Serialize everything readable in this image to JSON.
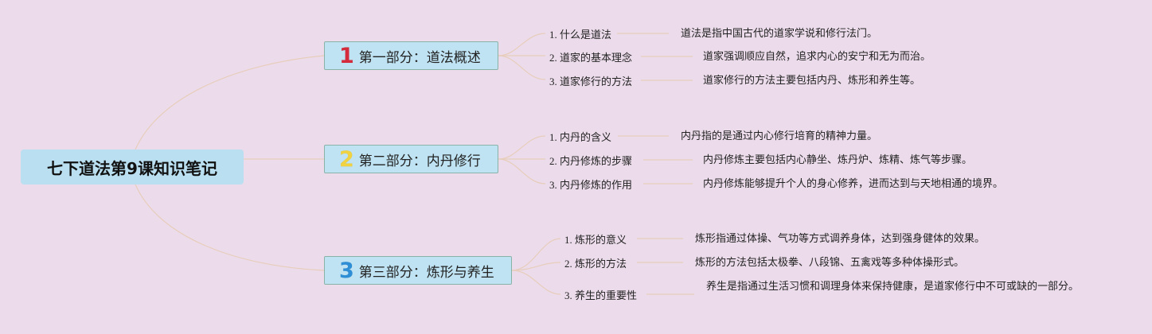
{
  "root": {
    "title": "七下道法第9课知识笔记"
  },
  "parts": [
    {
      "number": "1",
      "number_color": "#d42a3c",
      "title": "第一部分：道法概述",
      "items": [
        {
          "topic": "1. 什么是道法",
          "desc": "道法是指中国古代的道家学说和修行法门。"
        },
        {
          "topic": "2. 道家的基本理念",
          "desc": "道家强调顺应自然，追求内心的安宁和无为而治。"
        },
        {
          "topic": "3. 道家修行的方法",
          "desc": "道家修行的方法主要包括内丹、炼形和养生等。"
        }
      ]
    },
    {
      "number": "2",
      "number_color": "#f1d342",
      "title": "第二部分：内丹修行",
      "items": [
        {
          "topic": "1. 内丹的含义",
          "desc": "内丹指的是通过内心修行培育的精神力量。"
        },
        {
          "topic": "2. 内丹修炼的步骤",
          "desc": "内丹修炼主要包括内心静坐、炼丹炉、炼精、炼气等步骤。"
        },
        {
          "topic": "3. 内丹修炼的作用",
          "desc": "内丹修炼能够提升个人的身心修养，进而达到与天地相通的境界。"
        }
      ]
    },
    {
      "number": "3",
      "number_color": "#2f8fd6",
      "title": "第三部分：炼形与养生",
      "items": [
        {
          "topic": "1. 炼形的意义",
          "desc": "炼形指通过体操、气功等方式调养身体，达到强身健体的效果。"
        },
        {
          "topic": "2. 炼形的方法",
          "desc": "炼形的方法包括太极拳、八段锦、五禽戏等多种体操形式。"
        },
        {
          "topic": "3. 养生的重要性",
          "desc": "养生是指通过生活习惯和调理身体来保持健康，是道家修行中不可或缺的一部分。"
        }
      ]
    }
  ],
  "colors": {
    "background": "#ecdceb",
    "connector": "#e9cdb9",
    "root_fill": "#b9dff0",
    "part_fill": "#bfe3f2"
  }
}
